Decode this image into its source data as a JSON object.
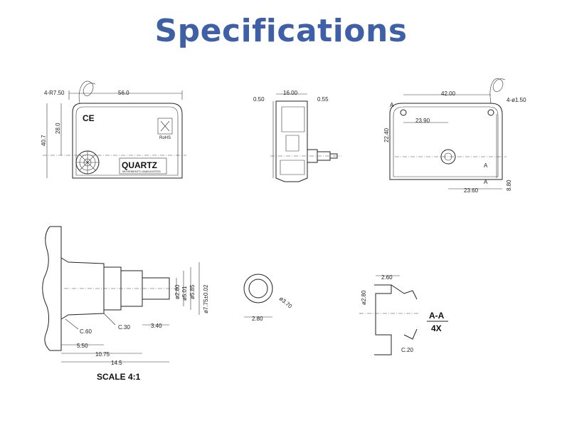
{
  "title": "Specifications",
  "front_view": {
    "corner_radius": "4-R7.50",
    "width": "56.0",
    "height": "40.7",
    "inner_height": "28.0",
    "ce_mark": "CE",
    "brand": "QUARTZ",
    "sub_label": "MOVEMENTS UNADJUSTED",
    "rohs": "RoHS"
  },
  "side_view": {
    "left_gap": "0.50",
    "width": "16.00",
    "right_gap": "0.55"
  },
  "back_view": {
    "width": "42.00",
    "hole": "4-ø1.50",
    "offset_x": "23.90",
    "height": "22.40",
    "bottom_x": "23.60",
    "bottom_h": "8.80",
    "section_mark": "A"
  },
  "shaft_detail": {
    "chamfer_1": "C.60",
    "chamfer_2": "C.30",
    "len_1": "3.40",
    "len_2": "5.50",
    "len_3": "10.75",
    "len_4": "14.5",
    "dia_1": "ø2.80",
    "dia_2": "ø5.01",
    "dia_3": "ø5.85",
    "dia_4": "ø7.75±0.02",
    "scale": "SCALE 4:1"
  },
  "bore_detail": {
    "dia": "2.80",
    "outer": "ø3.70"
  },
  "section_aa": {
    "width": "2.60",
    "dia": "ø2.80",
    "chamfer": "C.20",
    "label": "A-A",
    "scale": "4X"
  }
}
